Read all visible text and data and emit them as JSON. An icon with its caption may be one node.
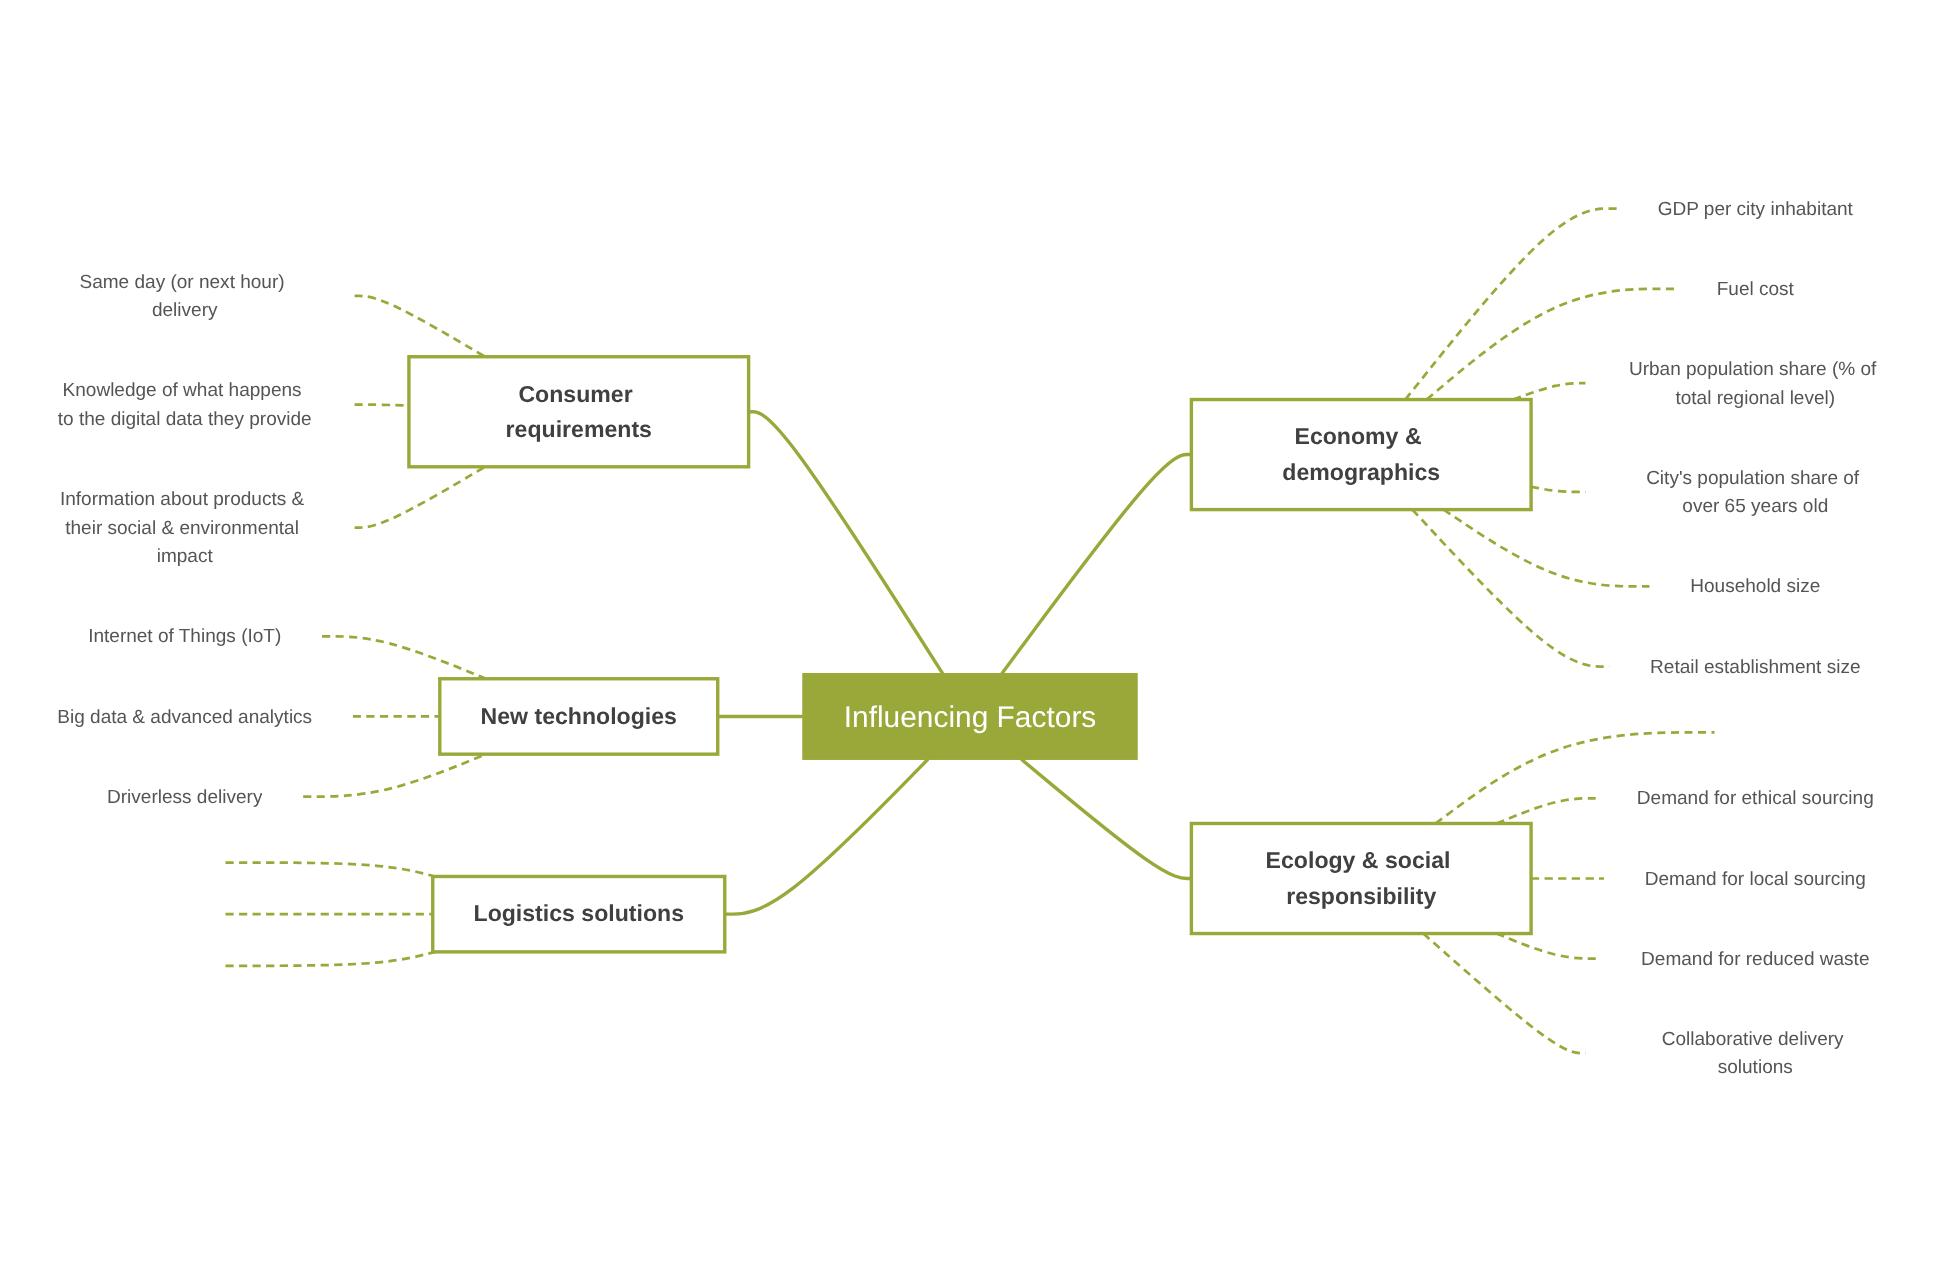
{
  "diagram": {
    "nodes": [
      {
        "text": [
          "Influencing Factors"
        ]
      },
      {
        "text": [
          "Consumer requirements"
        ]
      },
      {
        "text": [
          "Economy & demographics"
        ]
      },
      {
        "text": [
          "New technologies"
        ]
      },
      {
        "text": [
          "Ecology & social responsibility"
        ]
      },
      {
        "text": [
          "Logistics solutions"
        ]
      },
      {
        "text": [
          "Same day (or next hour) delivery"
        ]
      },
      {
        "text": [
          "Knowledge of what happens to the digital data they provide"
        ]
      },
      {
        "text": [
          "Information about products & their social & environmental impact"
        ]
      },
      {
        "text": [
          "GDP per city inhabitant"
        ]
      },
      {
        "text": [
          "Fuel cost"
        ]
      },
      {
        "text": [
          "Urban population share (% of total regional level)"
        ]
      },
      {
        "text": [
          "City's population share of over 65 years old"
        ]
      },
      {
        "text": [
          "Household size"
        ]
      },
      {
        "text": [
          "Retail establishment size"
        ]
      },
      {
        "text": [
          "Internet of Things (IoT)"
        ]
      },
      {
        "text": [
          "Big data & advanced analytics"
        ]
      },
      {
        "text": [
          "Driverless delivery"
        ]
      },
      {
        "text": [
          "Demand for ethical sourcing"
        ]
      },
      {
        "text": [
          "Demand for local sourcing"
        ]
      },
      {
        "text": [
          "Demand for reduced waste"
        ]
      },
      {
        "text": [
          "Collaborative delivery solutions"
        ]
      }
    ],
    "edges": [
      {
        "from": 1,
        "to": 0,
        "arrow": "none"
      },
      {
        "from": 0,
        "to": 2,
        "arrow": "none"
      },
      {
        "from": 3,
        "to": 0,
        "arrow": "none"
      },
      {
        "from": 0,
        "to": 4,
        "arrow": "none"
      },
      {
        "from": 5,
        "to": 0,
        "arrow": "none"
      },
      {
        "from": 6,
        "to": 1,
        "arrow": "none",
        "style": "dashed"
      },
      {
        "from": 7,
        "to": 1,
        "arrow": "none",
        "style": "dashed"
      },
      {
        "from": 8,
        "to": 1,
        "arrow": "none",
        "style": "dashed"
      },
      {
        "from": 2,
        "to": 9,
        "arrow": "none",
        "style": "dashed"
      },
      {
        "from": 2,
        "to": 10,
        "arrow": "none",
        "style": "dashed"
      },
      {
        "from": 2,
        "to": 11,
        "arrow": "none",
        "style": "dashed"
      },
      {
        "from": 2,
        "to": 12,
        "arrow": "none",
        "style": "dashed"
      },
      {
        "from": 2,
        "to": 13,
        "arrow": "none",
        "style": "dashed"
      },
      {
        "from": 2,
        "to": 14,
        "arrow": "none",
        "style": "dashed"
      },
      {
        "from": 15,
        "to": 3,
        "arrow": "none",
        "style": "dashed"
      },
      {
        "from": 16,
        "to": 3,
        "arrow": "none",
        "style": "dashed"
      },
      {
        "from": 17,
        "to": 3,
        "arrow": "none",
        "style": "dashed"
      },
      {
        "from": 4,
        "to": null,
        "arrow": "none",
        "style": "dashed"
      },
      {
        "from": 4,
        "to": 18,
        "arrow": "none",
        "style": "dashed"
      },
      {
        "from": 4,
        "to": 19,
        "arrow": "none",
        "style": "dashed"
      },
      {
        "from": 4,
        "to": 20,
        "arrow": "none",
        "style": "dashed"
      },
      {
        "from": 4,
        "to": 21,
        "arrow": "none",
        "style": "dashed"
      },
      {
        "from": null,
        "to": 5,
        "arrow": "none",
        "style": "dashed"
      },
      {
        "from": null,
        "to": 5,
        "arrow": "none",
        "style": "dashed"
      },
      {
        "from": null,
        "to": 5,
        "arrow": "none",
        "style": "dashed"
      }
    ]
  }
}
